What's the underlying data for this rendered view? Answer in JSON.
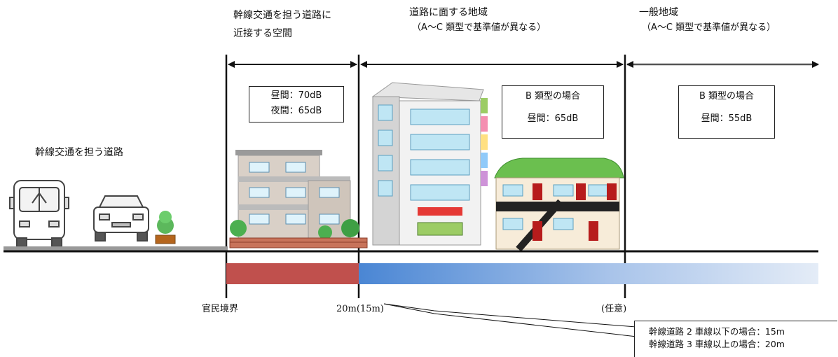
{
  "zones": {
    "road_near_space": {
      "line1": "幹線交通を担う道路に",
      "line2": "近接する空間"
    },
    "road_facing_area": {
      "line1": "道路に面する地域",
      "line2": "（A〜C 類型で基準値が異なる）"
    },
    "general_area": {
      "line1": "一般地域",
      "line2": "（A〜C 類型で基準値が異なる）"
    }
  },
  "road_label": "幹線交通を担う道路",
  "standards": {
    "near_space": {
      "day": "昼間：70dB",
      "night": "夜間：65dB"
    },
    "road_facing": {
      "type": "B 類型の場合",
      "day": "昼間：65dB"
    },
    "general": {
      "type": "B 類型の場合",
      "day": "昼間：55dB"
    }
  },
  "boundaries": {
    "public_private": "官民境界",
    "distance": "20m(15m)",
    "optional": "(任意)"
  },
  "note": {
    "line1": "幹線道路 2 車線以下の場合：15m",
    "line2": "幹線道路 3 車線以上の場合：20m"
  },
  "colors": {
    "near_space_band": "#c0504d",
    "road_facing_band": "#4a86d4",
    "general_band": "#dde7f5"
  }
}
